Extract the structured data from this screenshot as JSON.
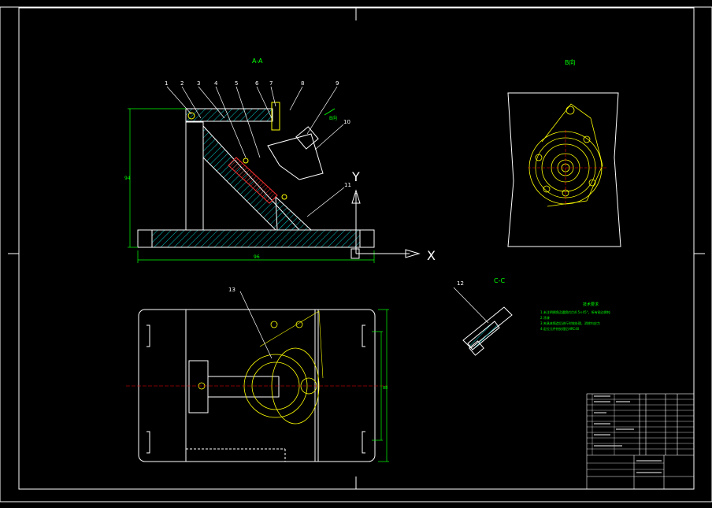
{
  "views": {
    "section_aa_title": "A-A",
    "view_b_title": "B向",
    "section_cc_title": "C-C",
    "view_b_arrow": "B向"
  },
  "part_numbers": [
    "1",
    "2",
    "3",
    "4",
    "5",
    "6",
    "7",
    "8",
    "9",
    "10",
    "11",
    "12",
    "13"
  ],
  "axes": {
    "x": "X",
    "y": "Y"
  },
  "dims": {
    "height": "94",
    "width": "96",
    "plan_height": "88"
  },
  "notes": {
    "title": "技术要求",
    "lines": [
      "1.未注明倒角及圆角均为0.5×45°，所有锐边倒钝",
      "2.涂漆",
      "3.夹具体铸造后进行时效处理，消除内应力",
      "4.定位元件热处理后HRC40"
    ]
  },
  "colors": {
    "outline": "#ffffff",
    "hatch": "#00bfbf",
    "yellow": "#ffff00",
    "red": "#ff0000",
    "green": "#00ff00",
    "magenta": "#ff00ff"
  }
}
